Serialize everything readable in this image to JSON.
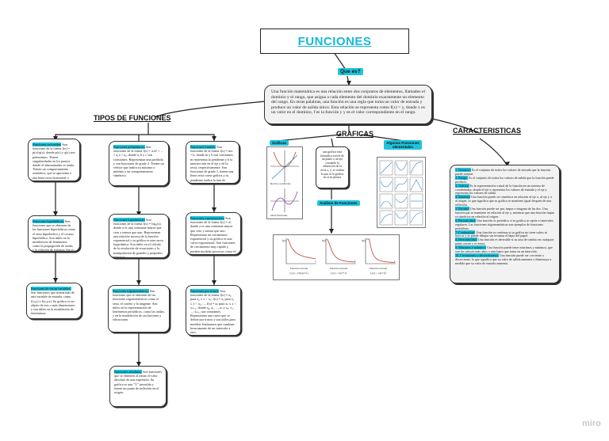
{
  "title": "FUNCIONES",
  "que_es": "Que es?",
  "definicion": "Una función matemática es una relación entre dos conjuntos de elementos, llamados el dominio y el rango, que asigna a cada elemento del dominio exactamente un elemento del rango. En otras palabras, una función es una regla que toma un valor de entrada y produce un valor de salida único. Esta relación se representa como f(x) = y, donde x es un valor en el dominio, f es la función y y es el valor correspondiente en el rango.",
  "tipos": {
    "title": "TIPOS DE FUNCIONES",
    "racionales": {
      "tag": "Funciones racionales:",
      "text": "Son funciones de la forma f(x) = p(x)/q(x), donde p(x) y q(x) son polinomios. Tienen singularidades en los puntos donde el denominador se anula. Tienen un comportamiento asintótico, que se aproxima a una línea recta horizontal o vertical."
    },
    "polinomicas": {
      "tag": "Funciones polinómicas:",
      "text": "Son funciones de la forma f(x) = aₙxⁿ + ... + a₁x + a₀, donde a, b y c son constantes. Representan una parábola y son funciones de grado 2. Tienen un vértice que indica su máximo o mínimo y un comportamiento simétrico."
    },
    "lineales": {
      "tag": "Funciones lineales:",
      "text": "Son funciones de la forma f(x) = mx + b, donde m y b son constantes. m representa la pendiente y b la intersección en el eje y de la recta, respectivamente. Son funciones de grado 1, tienen una línea recta como gráfica y su pendiente indica la tasa de cambio constante."
    },
    "hiperbolicas": {
      "tag": "Funciones hiperbólicas:",
      "text": "Son funciones que se obtienen de las funciones hiperbólicas como el seno hiperbólico y el coseno hiperbólico. Son útiles en la modelación de fenómenos como la propagación de ondas y la relación de sistemas físicos."
    },
    "logaritmicas": {
      "tag": "Funciones logarítmicas:",
      "text": "Son funciones de la forma f(x) = logₐ(x), donde a es una constante mayor que cero y menor que uno. Representan una relación inversa de la función exponencial y su gráfica es una curva logarítmica. Son útiles en el cálculo de la resolución de ecuaciones y la manipulación de grandes y pequeños números."
    },
    "exponenciales": {
      "tag": "Funciones exponenciales:",
      "text": "Son funciones de la forma f(x) = aˣ, donde a es una constante mayor que cero y menor que uno. Representan un crecimiento exponencial y su gráfica es una curva exponencial. Son funciones de crecimiento muy rápido y pueden modelar procesos como el crecimiento poblacional o el decaimiento radiactivo."
    },
    "varias_variables": {
      "tag": "Funciones de varias variables:",
      "text": "Son funciones que tienen más de una variable de entrada, como f(x,y) o f(x,y,z). Su gráfica es un objeto de tres o más dimensiones y son útiles en la modelación de fenómenos."
    },
    "trigonometricas": {
      "tag": "Funciones trigonométricas:",
      "text": "Son funciones que se obtienen de las funciones trigonométricas como el seno, el coseno y la tangente. Son útiles en la representación de fenómenos periódicos, como las ondas, y en la modelación de oscilaciones y vibraciones."
    },
    "trozos": {
      "tag": "Funciones por trozos:",
      "text": "Son funciones de la forma f(x) = a₀ para x₀ ≤ x < x₁, f(x) = a₁ para x₁ ≤ x < x₂, ..., f(x) = aₙ para xₙ ≤ x < xₙ₊₁, donde a₀, a₁, ..., aₙ y x₀, x₁, ..., xₙ₊₁ son constantes. Representan una curva que se define por trozos y son útiles para modelar fenómenos que cambian bruscamente de un intervalo a otro."
    },
    "absolutas": {
      "tag": "Funciones absolutas:",
      "text": "Son funciones que se obtienen al tomar el valor absoluto de una expresión. Su gráfica es una \"V\" invertida y tienen un punto de inflexión en el origen."
    }
  },
  "graficas": {
    "title": "GRAFICAS",
    "caption": "una gráfica está formada a través de un punto o un eje cruzando la alineación de la recta x, y, se realiza lo que es la gráfica en sí en planos",
    "tag_left": "Gráficas",
    "tag_right": "Algunas Funciones elementales",
    "analisis": "Análisis de Funciones",
    "left_labels": [
      "Rectas y parábolas",
      "Otras funciones"
    ],
    "plots": [
      {
        "fn": "Función racional",
        "formula": "f₁(x) = (3x)/(x+1)"
      },
      {
        "fn": "Función racional",
        "formula": "f₂(x) = 3/(x²+1)"
      },
      {
        "fn": "Función racional",
        "formula": "f₃(x) = 1/(x+1)³"
      }
    ],
    "axis_ticks": [
      "f(x)",
      "x"
    ]
  },
  "caracteristicas": {
    "title": "CARACTERISTICAS",
    "items": [
      {
        "tag": "1. Dominio:",
        "text": "Es el conjunto de todos los valores de entrada que la función puede aceptar."
      },
      {
        "tag": "2. Rango:",
        "text": "Es el conjunto de todos los valores de salida que la función puede producir."
      },
      {
        "tag": "3. Gráfica:",
        "text": "Es la representación visual de la función en un sistema de coordenadas, donde el eje x representa los valores de entrada y el eje y representa los valores de salida."
      },
      {
        "tag": "4. Simetría:",
        "text": "Una función puede ser simétrica en relación al eje x, al eje y o al origen, lo que significa que su gráfica se mantiene igual después de una reflexión."
      },
      {
        "tag": "5. Paridad:",
        "text": "Una función puede ser par, impar o ninguna de las dos. Una función par se mantiene en relación al eje y, mientras que una función impar es simétrica en relación al origen."
      },
      {
        "tag": "6. Periodicidad:",
        "text": "Una función es periódica si su gráfica se repite a intervalos regulares. Las funciones trigonométricas son ejemplos de funciones periódicas."
      },
      {
        "tag": "7. Continuidad:",
        "text": "Una función es continua si su gráfica no tiene saltos ni huecos y se puede dibujar sin levantar el lápiz del papel."
      },
      {
        "tag": "8. Derivabilidad:",
        "text": "Una función es derivable si su tasa de cambio en cualquier punto existe y es única."
      },
      {
        "tag": "9. Máximos y mínimos:",
        "text": "Una función puede tener máximos y mínimos, que son los valores más altos o más bajos que toma en un intervalo."
      },
      {
        "tag": "10. Crecimiento y decrecimiento:",
        "text": "Una función puede ser creciente o decreciente, lo que significa que su valor de salida aumenta o disminuye a medida que su valor de entrada aumenta."
      }
    ]
  },
  "brand": "miro",
  "colors": {
    "accent": "#1fc3dc",
    "title": "#18b8d6"
  }
}
